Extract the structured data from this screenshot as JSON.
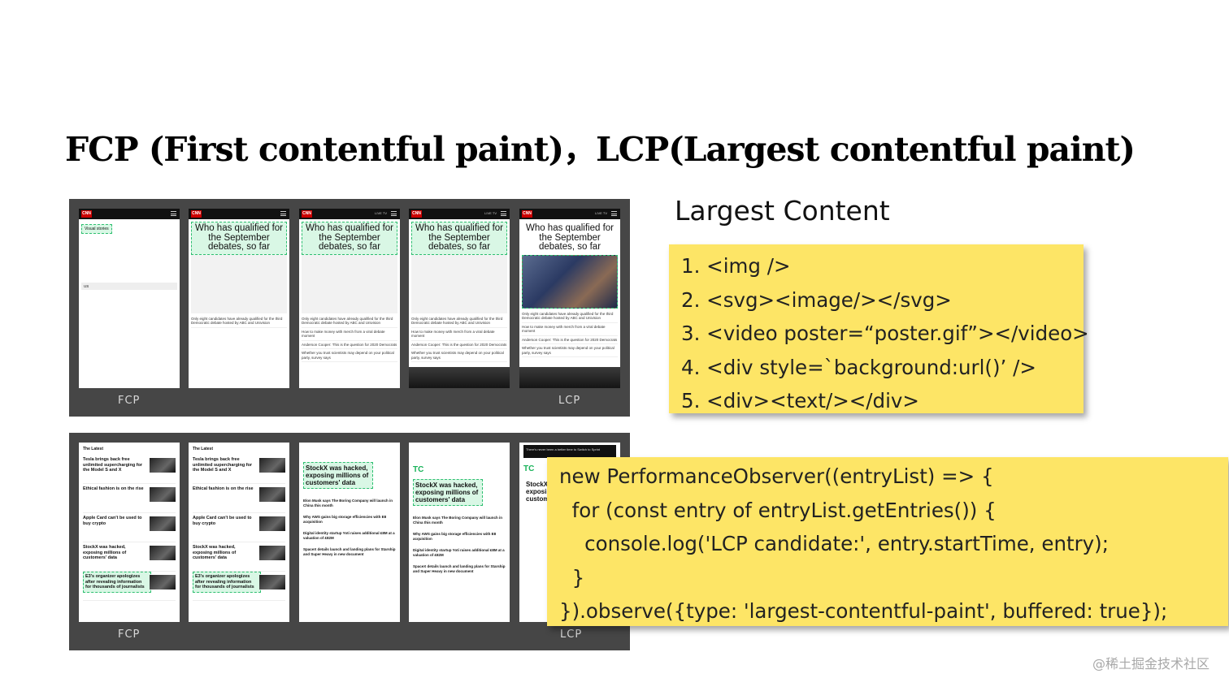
{
  "title": "FCP (First contentful paint)，LCP(Largest contentful paint)",
  "top_strip": {
    "fcp_label": "FCP",
    "lcp_label": "LCP",
    "cnn_logo": "CNN",
    "live_tv": "LIVE TV",
    "visual_stories": "Visual stories",
    "us_label": "US",
    "headline": "Who has qualified for the September debates, so far",
    "summary": "Only eight candidates have already qualified for the third Democratic debate hosted by ABC and Univision",
    "line1": "How to make money with merch from a viral debate moment",
    "line2": "Anderson Cooper: This is the question for 2020 Democrats",
    "line3": "Whether you trust scientists may depend on your political party, survey says"
  },
  "bottom_strip": {
    "fcp_label": "FCP",
    "lcp_label": "LCP",
    "latest": "The Latest",
    "items": [
      "Tesla brings back free unlimited supercharging for the Model S and X",
      "Ethical fashion is on the rise",
      "Apple Card can't be used to buy crypto",
      "StockX was hacked, exposing millions of customers' data",
      "E3's organizer apologizes after revealing information for thousands of journalists"
    ],
    "tc_logo": "TC",
    "feature": "StockX was hacked, exposing millions of customers' data",
    "tc_lines": [
      "Elon Musk says The Boring Company will launch in China this month",
      "Why AWS gains big storage efficiencies with E8 acquisition",
      "Digital identity startup Yoti raises additional £8M at a valuation of £82M",
      "SpaceX details launch and landing plans for Starship and Super Heavy in new document"
    ],
    "ad_text": "There's never been a better time to Switch to Sprint"
  },
  "largest_content": {
    "heading": "Largest Content",
    "items": [
      "1. <img />",
      "2. <svg><image/></svg>",
      "3. <video poster=“poster.gif”></video>",
      "4. <div style=`background:url()’ />",
      "5. <div><text/></div>"
    ]
  },
  "code": {
    "lines": [
      "new PerformanceObserver((entryList) => {",
      "  for (const entry of entryList.getEntries()) {",
      "    console.log('LCP candidate:', entry.startTime, entry);",
      "  }",
      "}).observe({type: 'largest-contentful-paint', buffered: true});"
    ]
  },
  "watermark": "@稀土掘金技术社区",
  "colors": {
    "note": "#fde566",
    "strip": "#464646",
    "highlight_border": "#2fbf71",
    "highlight_fill": "#d9f7e5"
  }
}
